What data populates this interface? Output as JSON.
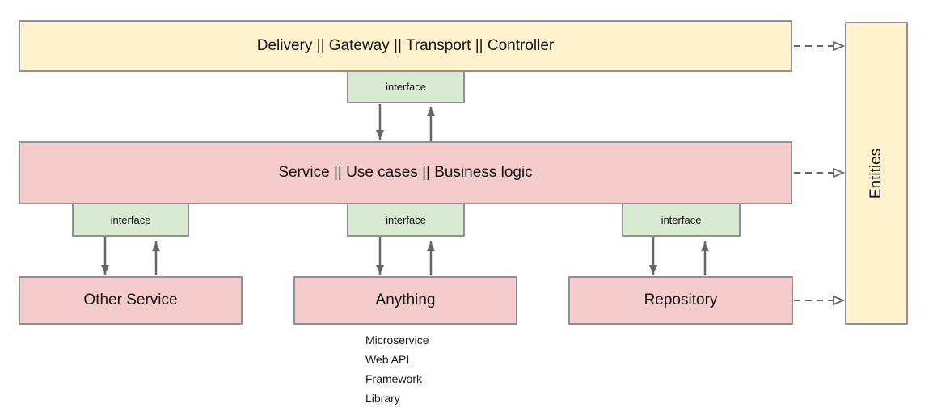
{
  "diagram": {
    "top_layer": {
      "label": "Delivery || Gateway || Transport || Controller"
    },
    "interface_label": "interface",
    "service_layer": {
      "label": "Service || Use cases || Business logic"
    },
    "bottom_layer": {
      "other_service": {
        "label": "Other Service"
      },
      "anything": {
        "label": "Anything"
      },
      "repository": {
        "label": "Repository"
      }
    },
    "entities": {
      "label": "Entities"
    },
    "anything_examples": [
      "Microservice",
      "Web API",
      "Framework",
      "Library"
    ],
    "colors": {
      "layer_yellow": "#FFF2CC",
      "layer_red": "#F4CCCC",
      "interface_green": "#D9EAD3",
      "box_border": "#909090",
      "arrow": "#666666",
      "text": "#161616"
    }
  }
}
